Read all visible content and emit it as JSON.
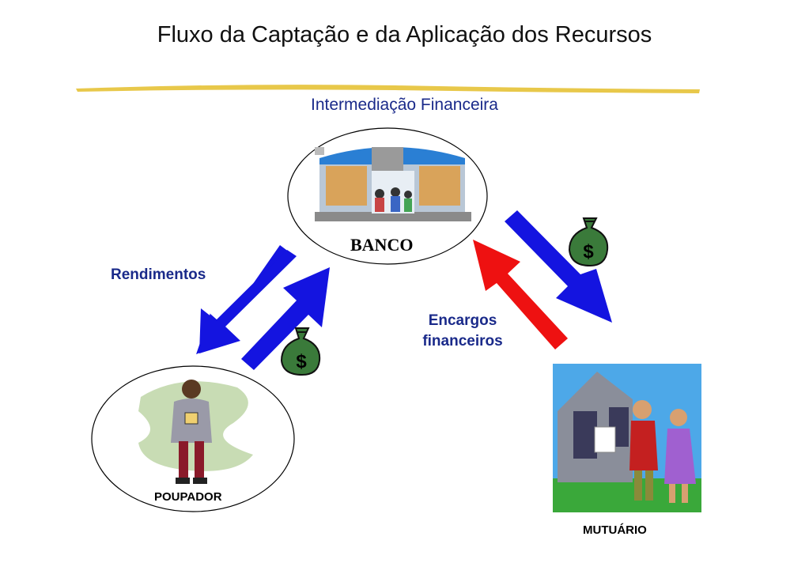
{
  "title": "Fluxo da Captação e da Aplicação dos Recursos",
  "subtitle": "Intermediação Financeira",
  "nodes": {
    "bank": "BANCO",
    "saver": "POUPADOR",
    "borrower": "MUTUÁRIO"
  },
  "flows": {
    "returns": "Rendimentos",
    "charges_line1": "Encargos",
    "charges_line2": "financeiros"
  },
  "symbols": {
    "money": "$"
  },
  "colors": {
    "title_underline": "#e8c84a",
    "label_text": "#1a2a8a",
    "flow_blue": "#1414e0",
    "flow_red": "#ee1111"
  }
}
